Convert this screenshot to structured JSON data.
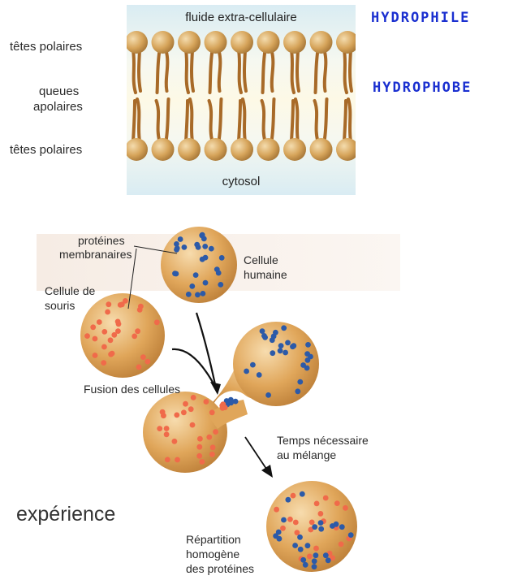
{
  "membrane": {
    "top_label": "fluide extra-cellulaire",
    "bottom_label": "cytosol",
    "heads_top": "têtes polaires",
    "tails_1": "queues",
    "tails_2": "apolaires",
    "heads_bottom": "têtes polaires",
    "annotation_top": "HYDROPHILE",
    "annotation_bottom": "HYDROPHOBE",
    "colors": {
      "head": "#d8a860",
      "tail": "#a86a28",
      "bg_top": "#ddeef4",
      "bg_mid": "#fdfae8"
    }
  },
  "experiment": {
    "proteins_1": "protéines",
    "proteins_2": "membranaires",
    "human_1": "Cellule",
    "human_2": "humaine",
    "mouse_1": "Cellule de",
    "mouse_2": "souris",
    "fusion": "Fusion des cellules",
    "time_1": "Temps nécessaire",
    "time_2": "au mélange",
    "result_1": "Répartition",
    "result_2": "homogène",
    "result_3": "des protéines",
    "caption": "expérience",
    "colors": {
      "cell": "#e0a85a",
      "mouse_protein": "#f06a4a",
      "human_protein": "#2c5aa8"
    }
  }
}
